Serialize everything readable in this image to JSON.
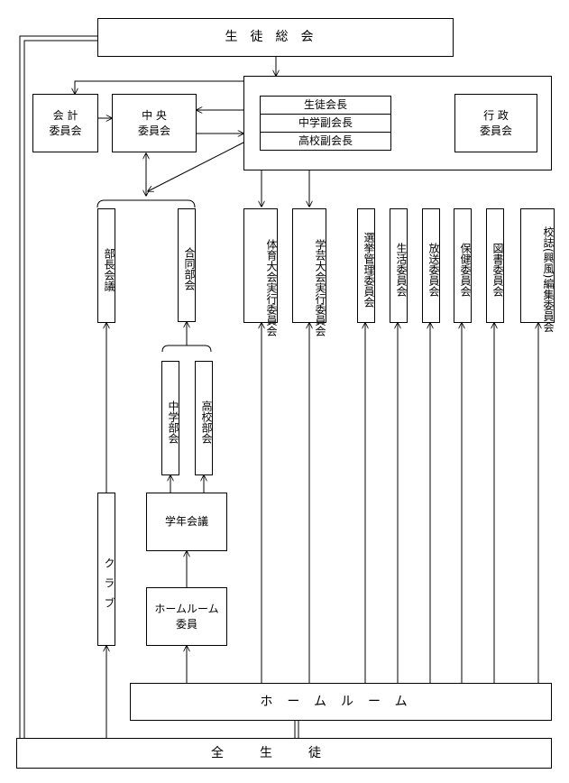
{
  "title": "生徒総会",
  "officers": [
    "生徒会長",
    "中学副会長",
    "高校副会長"
  ],
  "committees": {
    "accounting": "会 計\n委員会",
    "central": "中 央\n委員会",
    "executive": "行 政\n委員会"
  },
  "councils": {
    "club_leaders": "部長会議",
    "joint": "合同部会",
    "junior_high": "中学部会",
    "high_school": "高校部会",
    "grade": "学年会議",
    "homeroom_members": "ホームルーム\n委員"
  },
  "event_committees": {
    "sports": "体育大会実行委員会",
    "arts": "学芸大会実行委員会"
  },
  "standing_committees": [
    "選挙管理委員会",
    "生活委員会",
    "放送委員会",
    "保健委員会",
    "図書委員会",
    "校誌(興風)編集委員会"
  ],
  "club": "クラブ",
  "homeroom": "ホームルーム",
  "all_students": "全生徒"
}
